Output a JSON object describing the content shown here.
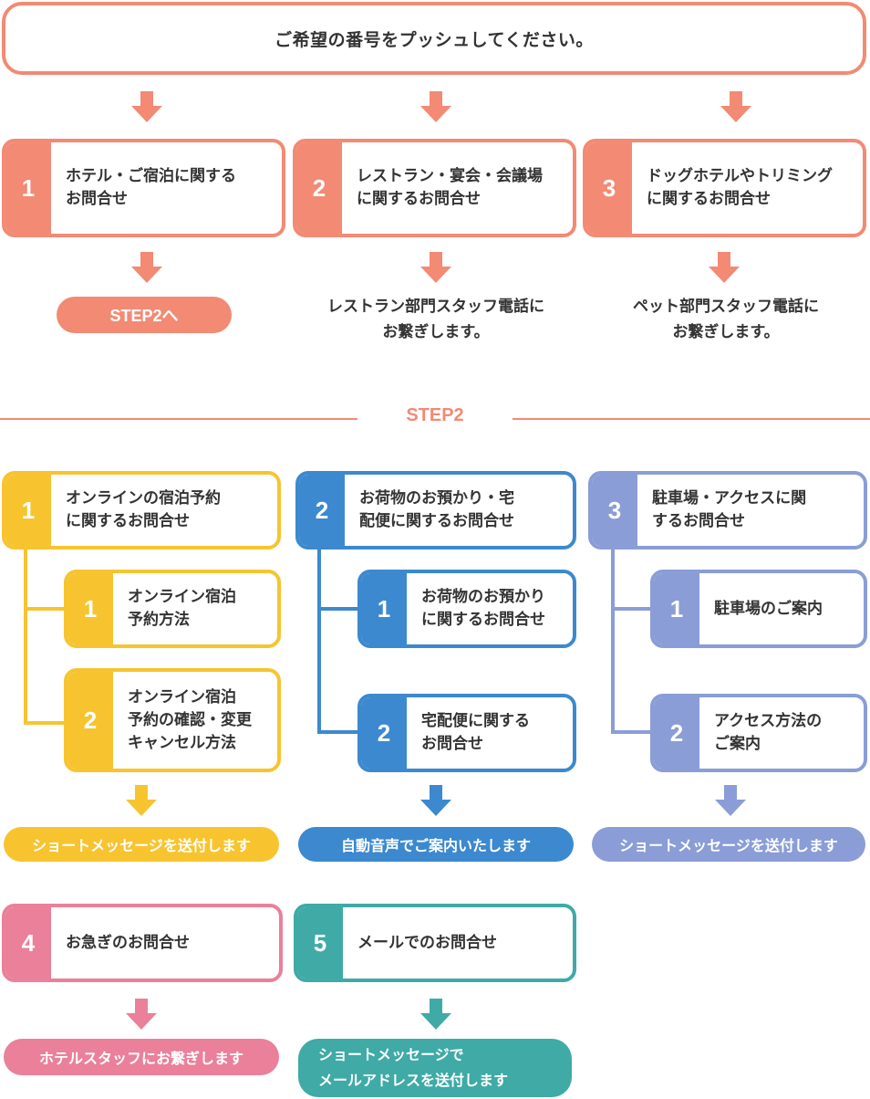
{
  "header": {
    "instruction": "ご希望の番号をプッシュしてください。"
  },
  "step1": {
    "items": [
      {
        "number": "1",
        "lines": [
          "ホテル・ご宿泊に関する",
          "お問合せ"
        ],
        "result": "STEP2へ"
      },
      {
        "number": "2",
        "lines": [
          "レストラン・宴会・会議場",
          "に関するお問合せ"
        ],
        "result_lines": [
          "レストラン部門スタッフ電話に",
          "お繋ぎします。"
        ]
      },
      {
        "number": "3",
        "lines": [
          "ドッグホテルやトリミング",
          "に関するお問合せ"
        ],
        "result_lines": [
          "ペット部門スタッフ電話に",
          "お繋ぎします。"
        ]
      }
    ]
  },
  "step2": {
    "title": "STEP2",
    "columns": [
      {
        "number": "1",
        "lines": [
          "オンラインの宿泊予約",
          "に関するお問合せ"
        ],
        "subs": [
          {
            "number": "1",
            "lines": [
              "オンライン宿泊",
              "予約方法"
            ]
          },
          {
            "number": "2",
            "lines": [
              "オンライン宿泊",
              "予約の確認・変更",
              "キャンセル方法"
            ]
          }
        ],
        "result": "ショートメッセージを送付します"
      },
      {
        "number": "2",
        "lines": [
          "お荷物のお預かり・宅",
          "配便に関するお問合せ"
        ],
        "subs": [
          {
            "number": "1",
            "lines": [
              "お荷物のお預かり",
              "に関するお問合せ"
            ]
          },
          {
            "number": "2",
            "lines": [
              "宅配便に関する",
              "お問合せ"
            ]
          }
        ],
        "result": "自動音声でご案内いたします"
      },
      {
        "number": "3",
        "lines": [
          "駐車場・アクセスに関",
          "するお問合せ"
        ],
        "subs": [
          {
            "number": "1",
            "lines": [
              "駐車場のご案内"
            ]
          },
          {
            "number": "2",
            "lines": [
              "アクセス方法の",
              "ご案内"
            ]
          }
        ],
        "result": "ショートメッセージを送付します"
      }
    ],
    "extra": [
      {
        "number": "4",
        "lines": [
          "お急ぎのお問合せ"
        ],
        "result_lines": [
          "ホテルスタッフにお繋ぎします"
        ]
      },
      {
        "number": "5",
        "lines": [
          "メールでのお問合せ"
        ],
        "result_lines": [
          "ショートメッセージで",
          "メールアドレスを送付します"
        ]
      }
    ]
  },
  "colors": {
    "salmon": "#f28a74",
    "yellow": "#f7c430",
    "blue": "#3c89cf",
    "purple": "#8a9dd6",
    "pink": "#ea809a",
    "teal": "#3faaa6"
  }
}
